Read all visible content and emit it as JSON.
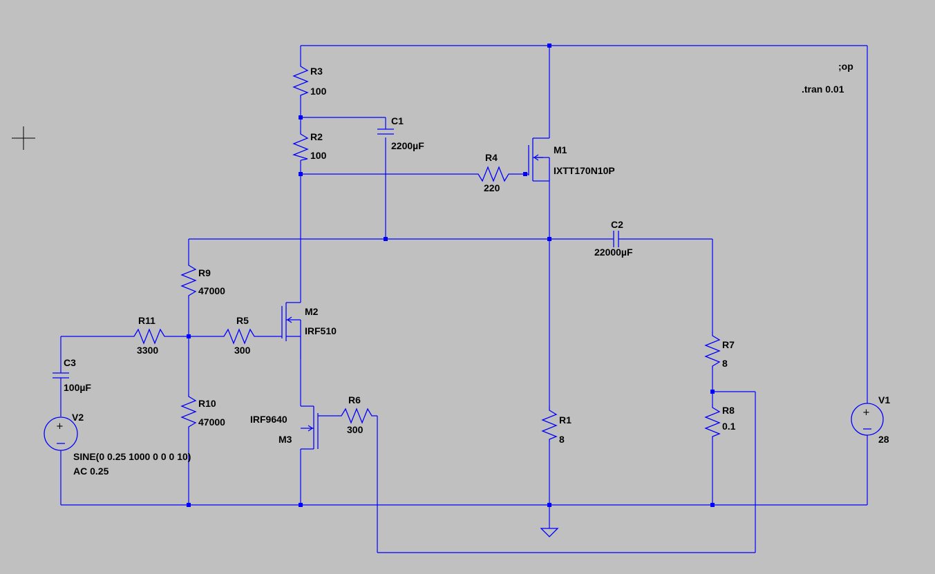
{
  "directives": {
    "op": ";op",
    "tran": ".tran 0.01"
  },
  "components": {
    "R1": {
      "name": "R1",
      "value": "8"
    },
    "R2": {
      "name": "R2",
      "value": "100"
    },
    "R3": {
      "name": "R3",
      "value": "100"
    },
    "R4": {
      "name": "R4",
      "value": "220"
    },
    "R5": {
      "name": "R5",
      "value": "300"
    },
    "R6": {
      "name": "R6",
      "value": "300"
    },
    "R7": {
      "name": "R7",
      "value": "8"
    },
    "R8": {
      "name": "R8",
      "value": "0.1"
    },
    "R9": {
      "name": "R9",
      "value": "47000"
    },
    "R10": {
      "name": "R10",
      "value": "47000"
    },
    "R11": {
      "name": "R11",
      "value": "3300"
    },
    "C1": {
      "name": "C1",
      "value": "2200µF"
    },
    "C2": {
      "name": "C2",
      "value": "22000µF"
    },
    "C3": {
      "name": "C3",
      "value": "100µF"
    },
    "M1": {
      "name": "M1",
      "model": "IXTT170N10P"
    },
    "M2": {
      "name": "M2",
      "model": "IRF510"
    },
    "M3": {
      "name": "M3",
      "model": "IRF9640"
    },
    "V1": {
      "name": "V1",
      "value": "28"
    },
    "V2": {
      "name": "V2",
      "value": "SINE(0 0.25 1000 0 0 0 10)",
      "ac": "AC 0.25"
    }
  },
  "colors": {
    "background": "#c0c0c0",
    "wire": "#0000ff",
    "text": "#000000"
  },
  "icons": {
    "cursor": "crosshair-icon",
    "ground": "ground-icon"
  }
}
